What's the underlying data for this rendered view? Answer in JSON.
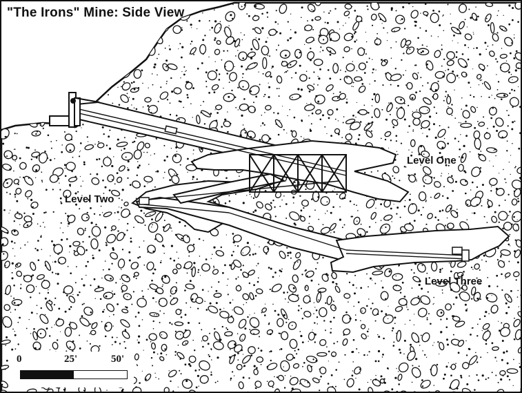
{
  "title": "\"The Irons\" Mine: Side View",
  "levels": {
    "one": "Level One",
    "two": "Level Two",
    "three": "Level Three"
  },
  "scale": {
    "ticks": [
      "0",
      "25'",
      "50'"
    ]
  },
  "colors": {
    "ink": "#111111",
    "background": "#ffffff"
  }
}
